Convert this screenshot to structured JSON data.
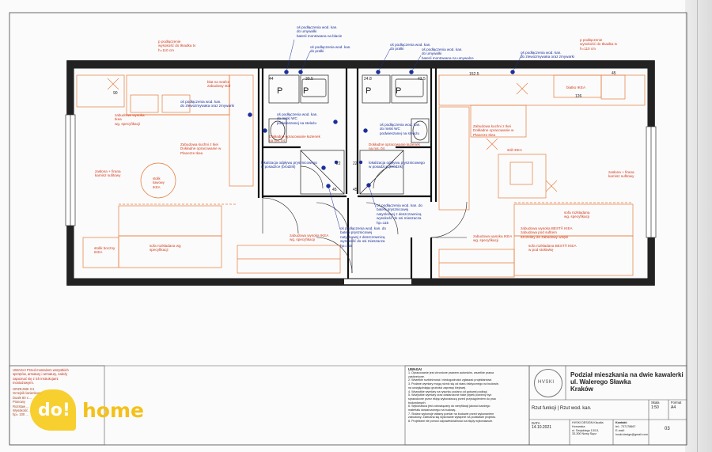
{
  "plan": {
    "notes_red": [
      "p podłączenie\nwysokość do tłnadka tv\nh=110 cm",
      "blat na szafce\nzabudowy stoł",
      "zabudowa wysoka\nIkea\nwg. specyfikacji",
      "Zabudowa kuchni z Ikei\nDokładne opracowanie w\nPlanerze Ikea",
      "stolik\nkawowy\nIKEA",
      "Dokładne opracowanie łazienek\nna rys. 04",
      "Dokładne opracowanie łazienek\nna rys. 04",
      "Zabudowa kuchni z Ikei\nDokładne opracowanie w\nPlanerze Ikea",
      "p podłączenie\nwysokość do tłnadka tv\nh=110 cm",
      "blatko IKEA",
      "stół IKEA",
      "zasłona + firana\nkarnisz sufitowy",
      "zasłona + firana\nkarnisz sufitowy",
      "zabudowa wysoka IKEA\nwg. specyfikacji",
      "sofa rozkładana wg\nspecyfikacji",
      "stolik boczny\nIKEA",
      "zabudowa wysoka IKEA\nwg. specyfikacji",
      "sofa rozkładana\nwg. specyfikacji",
      "zabudowa wysoka BESTÅ IKEA\nzabudowa pod sufitem\nszczeliny do zabudowy wnęki",
      "sofa rozkładana BESTÅ IKEA\nw pod stołówkę"
    ],
    "notes_blue": [
      "oś podłączenia wod. kan.\ndo umywalki\nbaterii montowana na blacie",
      "oś podłączenia wod. kan.\ndo pralki",
      "oś podłączenia wod. kan.\ndo pralki",
      "oś podłączenia wod. kan.\ndo umywalki\nbaterii montowana na umywalce",
      "oś podłączenia wod. kan.\ndo zlewozmywaka oraz zmywarki",
      "oś podłączenia wod. kan.\ndo zlewozmywaka oraz zmywarki",
      "oś podłączenia wod. kan.\ndo miski WC\npodwieszanej na stelażu",
      "oś podłączenia wod. kan.\ndo miski WC\npodwieszanej na stelażu",
      "lokalizacja odpływu prysznicowego\nw posadzce (brodzik)",
      "lokalizacja odpływu prysznicowego\nw posadzce (brodzik)",
      "oś podłączenia wod. kan. do\nbaterii prysznicowej\nnatynkowej z deszczownicą\nwysokość do osi mieszacza\nhp=115",
      "oś podłączenia wod. kan. do\nbaterii prysznicowej\nnatynkowej z deszczownicą\nwysokość do osi mieszacza\nhp=115"
    ],
    "dimensions": [
      "44",
      "30.5",
      "24.8",
      "43.5",
      "152.5",
      "22",
      "22",
      "45",
      "45",
      "126",
      "90",
      "45"
    ]
  },
  "warning": "UWAGA! Przed montażem wszystkich\nsprzętów, armatury i armatury, należy\nzapoznać się z ich instrukcjami\nmontażowymi.",
  "warning_more": "GRZEJNIK G1\nGrzejnik łazienkowy\nDuals 60 x ...\nPionowy\nRozstaw ...\nWysokość ...\nhp= 100 ...",
  "notes": {
    "heading": "UWAGA!",
    "items": "1. Opracowanie jest chronione prawem autorskim, wszelkie prawa\nzastrzeżone.\n2. Wszelkie rozbieżności i niedogodności zgłaszać projektantowi.\n3. Podane wymiary mogą różnić się od stanu faktycznego na budowie,\nna uwzględniając grubości zaprawy klejowej.\n4. Wszystkie wymiary na rysunku podano od gotowej podłogi.\n5. Wszystkie wymiary oraz dostarczone fokle płytek powinny być\nsprawdzone przez ekipę wykonawczą przed przystąpieniem do prac\nbudowlanych.\n6. Wykonawca jest zobowiązany do weryfikacji jakości każdego\nmateriału dostarczonego na budowę.\n7. Stolarz wykonuje własny pomiar na budowie przed wykonaniem\nzabudowy. Zalecana się wykonanie wytapnie na podstawie projektu.\n8. Projektant nie ponosi odpowiedzialności za błędy wykonawcze."
  },
  "title_block": {
    "studio_logo": "HVSKI",
    "project_title": "Podział mieszkania na dwie kawalerki\nul. Walerego Sławka\nKraków",
    "drawing_name": "Rzut funkcji | Rzut wod. kan.",
    "date_label": "DATA",
    "date_value": "14.10.2021",
    "studio_info": "HVSKI DESIGN Klaudia\nHorowska\nul. Szujskiego 13/13,\n33-300 Nowy Sącz",
    "contact_label": "Kontakt:",
    "contact_info": "tel.: 737178667\nE-mail:\nhvski.design@gmail.com",
    "scale_label": "Skala",
    "scale_value": "1:50",
    "format_label": "Format",
    "format_value": "A4",
    "sheet_number": "03"
  },
  "watermark": {
    "mark": "do!",
    "word": "home"
  }
}
